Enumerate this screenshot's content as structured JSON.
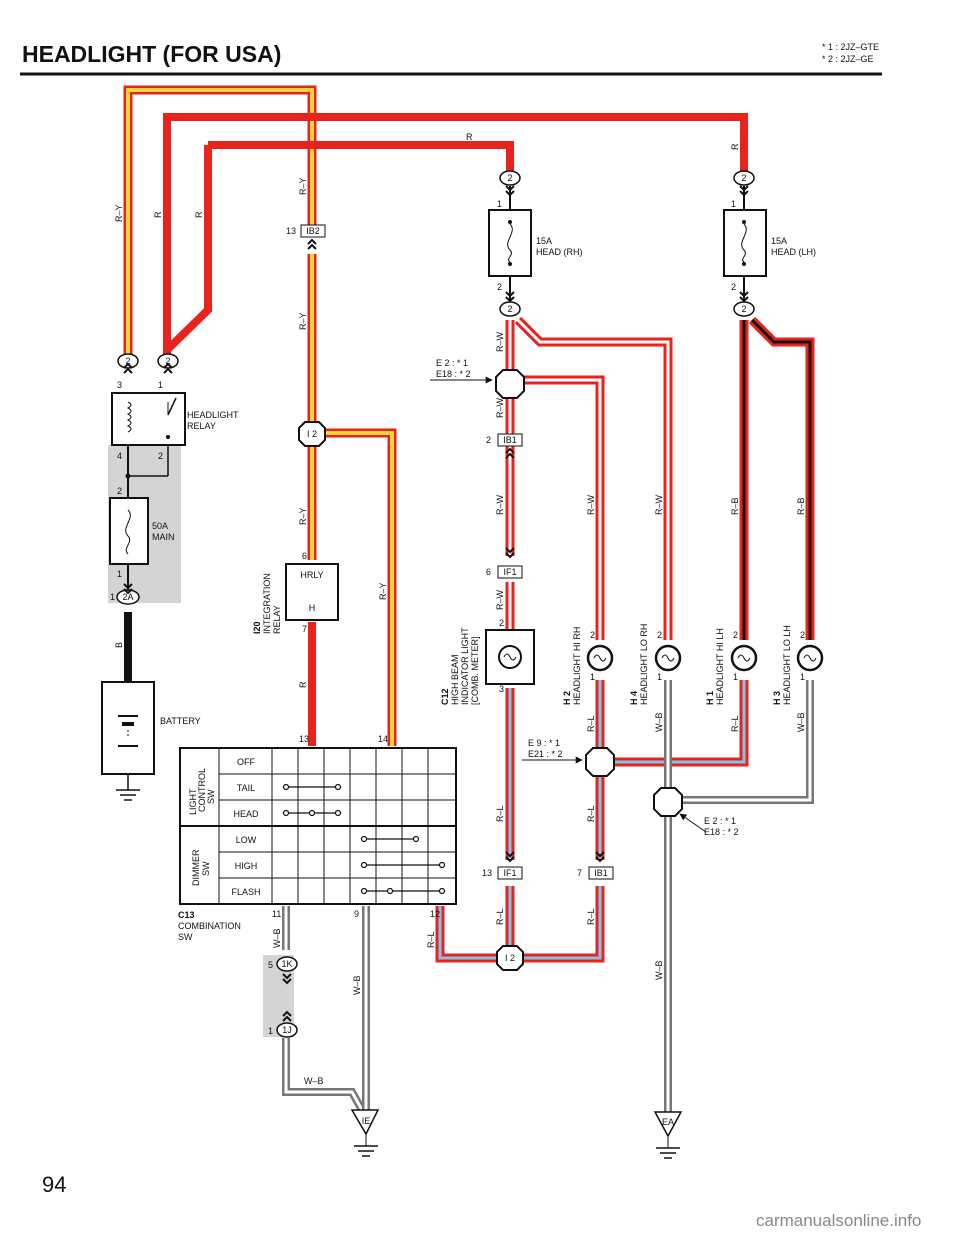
{
  "title": "HEADLIGHT (FOR USA)",
  "notes": [
    "* 1  : 2JZ–GTE",
    "* 2  : 2JZ–GE"
  ],
  "page_number": "94",
  "watermark": "carmanualsonline.info",
  "wires": {
    "ry": "R–Y",
    "r": "R",
    "rw": "R–W",
    "rb": "R–B",
    "rl": "R–L",
    "wb": "W–B",
    "b": "B"
  },
  "components": {
    "headlight_relay": [
      "HEADLIGHT",
      "RELAY"
    ],
    "main_fuse": [
      "50A",
      "MAIN"
    ],
    "battery": "BATTERY",
    "fuse_rh": [
      "15A",
      "HEAD (RH)"
    ],
    "fuse_lh": [
      "15A",
      "HEAD (LH)"
    ],
    "integration_relay": {
      "code": "I20",
      "name": [
        "INTEGRATION",
        "RELAY"
      ],
      "hrly": "HRLY",
      "h": "H"
    },
    "indicator": {
      "code": "C12",
      "name": [
        "HIGH BEAM",
        "INDICATOR LIGHT",
        "[COMB. METER]"
      ]
    },
    "h2": {
      "code": "H 2",
      "name": "HEADLIGHT HI RH"
    },
    "h4": {
      "code": "H 4",
      "name": "HEADLIGHT LO RH"
    },
    "h1": {
      "code": "H 1",
      "name": "HEADLIGHT HI LH"
    },
    "h3": {
      "code": "H 3",
      "name": "HEADLIGHT LO LH"
    },
    "combination_sw": {
      "code": "C13",
      "name": [
        "COMBINATION",
        "SW"
      ],
      "light_control": [
        "LIGHT",
        "CONTROL",
        "SW"
      ],
      "dimmer": [
        "DIMMER",
        "SW"
      ],
      "rows": [
        "OFF",
        "TAIL",
        "HEAD",
        "LOW",
        "HIGH",
        "FLASH"
      ]
    }
  },
  "connectors": {
    "ib2": "IB2",
    "ib1": "IB1",
    "if1": "IF1",
    "i2": "I 2",
    "c2a": "2A",
    "c1k": "1K",
    "c1j": "1J",
    "ie": "IE",
    "ea": "EA",
    "j2": "2"
  },
  "junction_notes": {
    "top": [
      "E 2 : * 1",
      "E18 : * 2"
    ],
    "mid": [
      "E 9 : * 1",
      "E21 : * 2"
    ],
    "low": [
      "E 2 : * 1",
      "E18 : * 2"
    ]
  },
  "pins": [
    "1",
    "2",
    "3",
    "4",
    "5",
    "6",
    "7",
    "9",
    "11",
    "12",
    "13",
    "14"
  ]
}
